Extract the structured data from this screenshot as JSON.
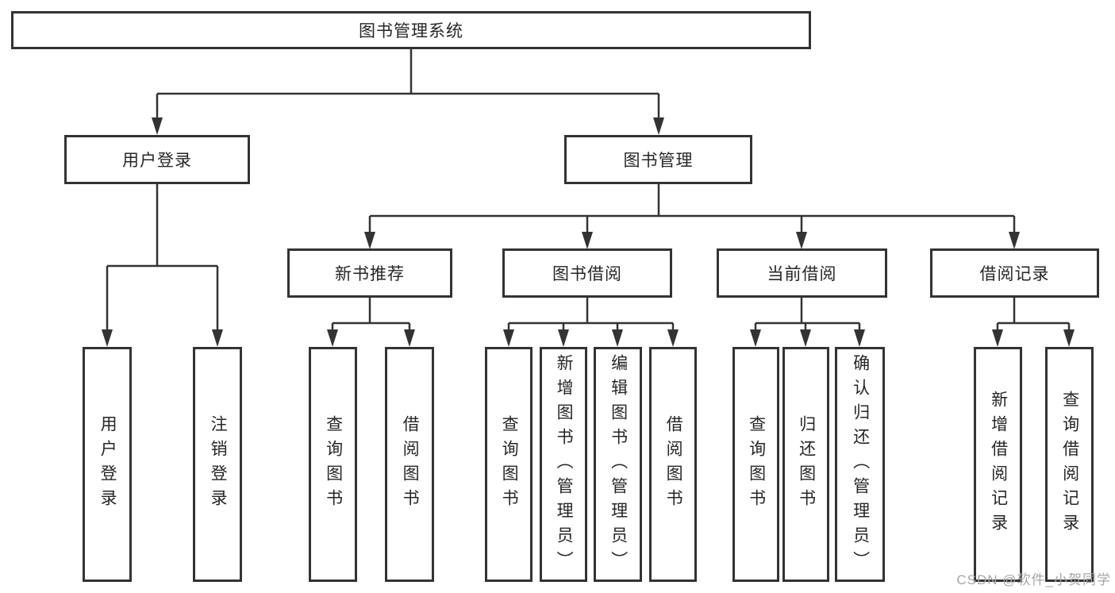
{
  "diagram": {
    "type": "hierarchy-tree",
    "colors": {
      "line": "#333333",
      "box_border": "#333333",
      "text": "#262626",
      "background": "#ffffff",
      "watermark": "#a6a6a6"
    }
  },
  "tree": {
    "label": "图书管理系统",
    "children": [
      {
        "label": "用户登录",
        "children": [
          {
            "label": "用户登录"
          },
          {
            "label": "注销登录"
          }
        ]
      },
      {
        "label": "图书管理",
        "children": [
          {
            "label": "新书推荐",
            "children": [
              {
                "label": "查询图书"
              },
              {
                "label": "借阅图书"
              }
            ]
          },
          {
            "label": "图书借阅",
            "children": [
              {
                "label": "查询图书"
              },
              {
                "label": "新增图书（管理员）"
              },
              {
                "label": "编辑图书（管理员）"
              },
              {
                "label": "借阅图书"
              }
            ]
          },
          {
            "label": "当前借阅",
            "children": [
              {
                "label": "查询图书"
              },
              {
                "label": "归还图书"
              },
              {
                "label": "确认归还（管理员）"
              }
            ]
          },
          {
            "label": "借阅记录",
            "children": [
              {
                "label": "新增借阅记录"
              },
              {
                "label": "查询借阅记录"
              }
            ]
          }
        ]
      }
    ]
  },
  "watermark": {
    "text": "CSDN @软件_小贺同学"
  }
}
